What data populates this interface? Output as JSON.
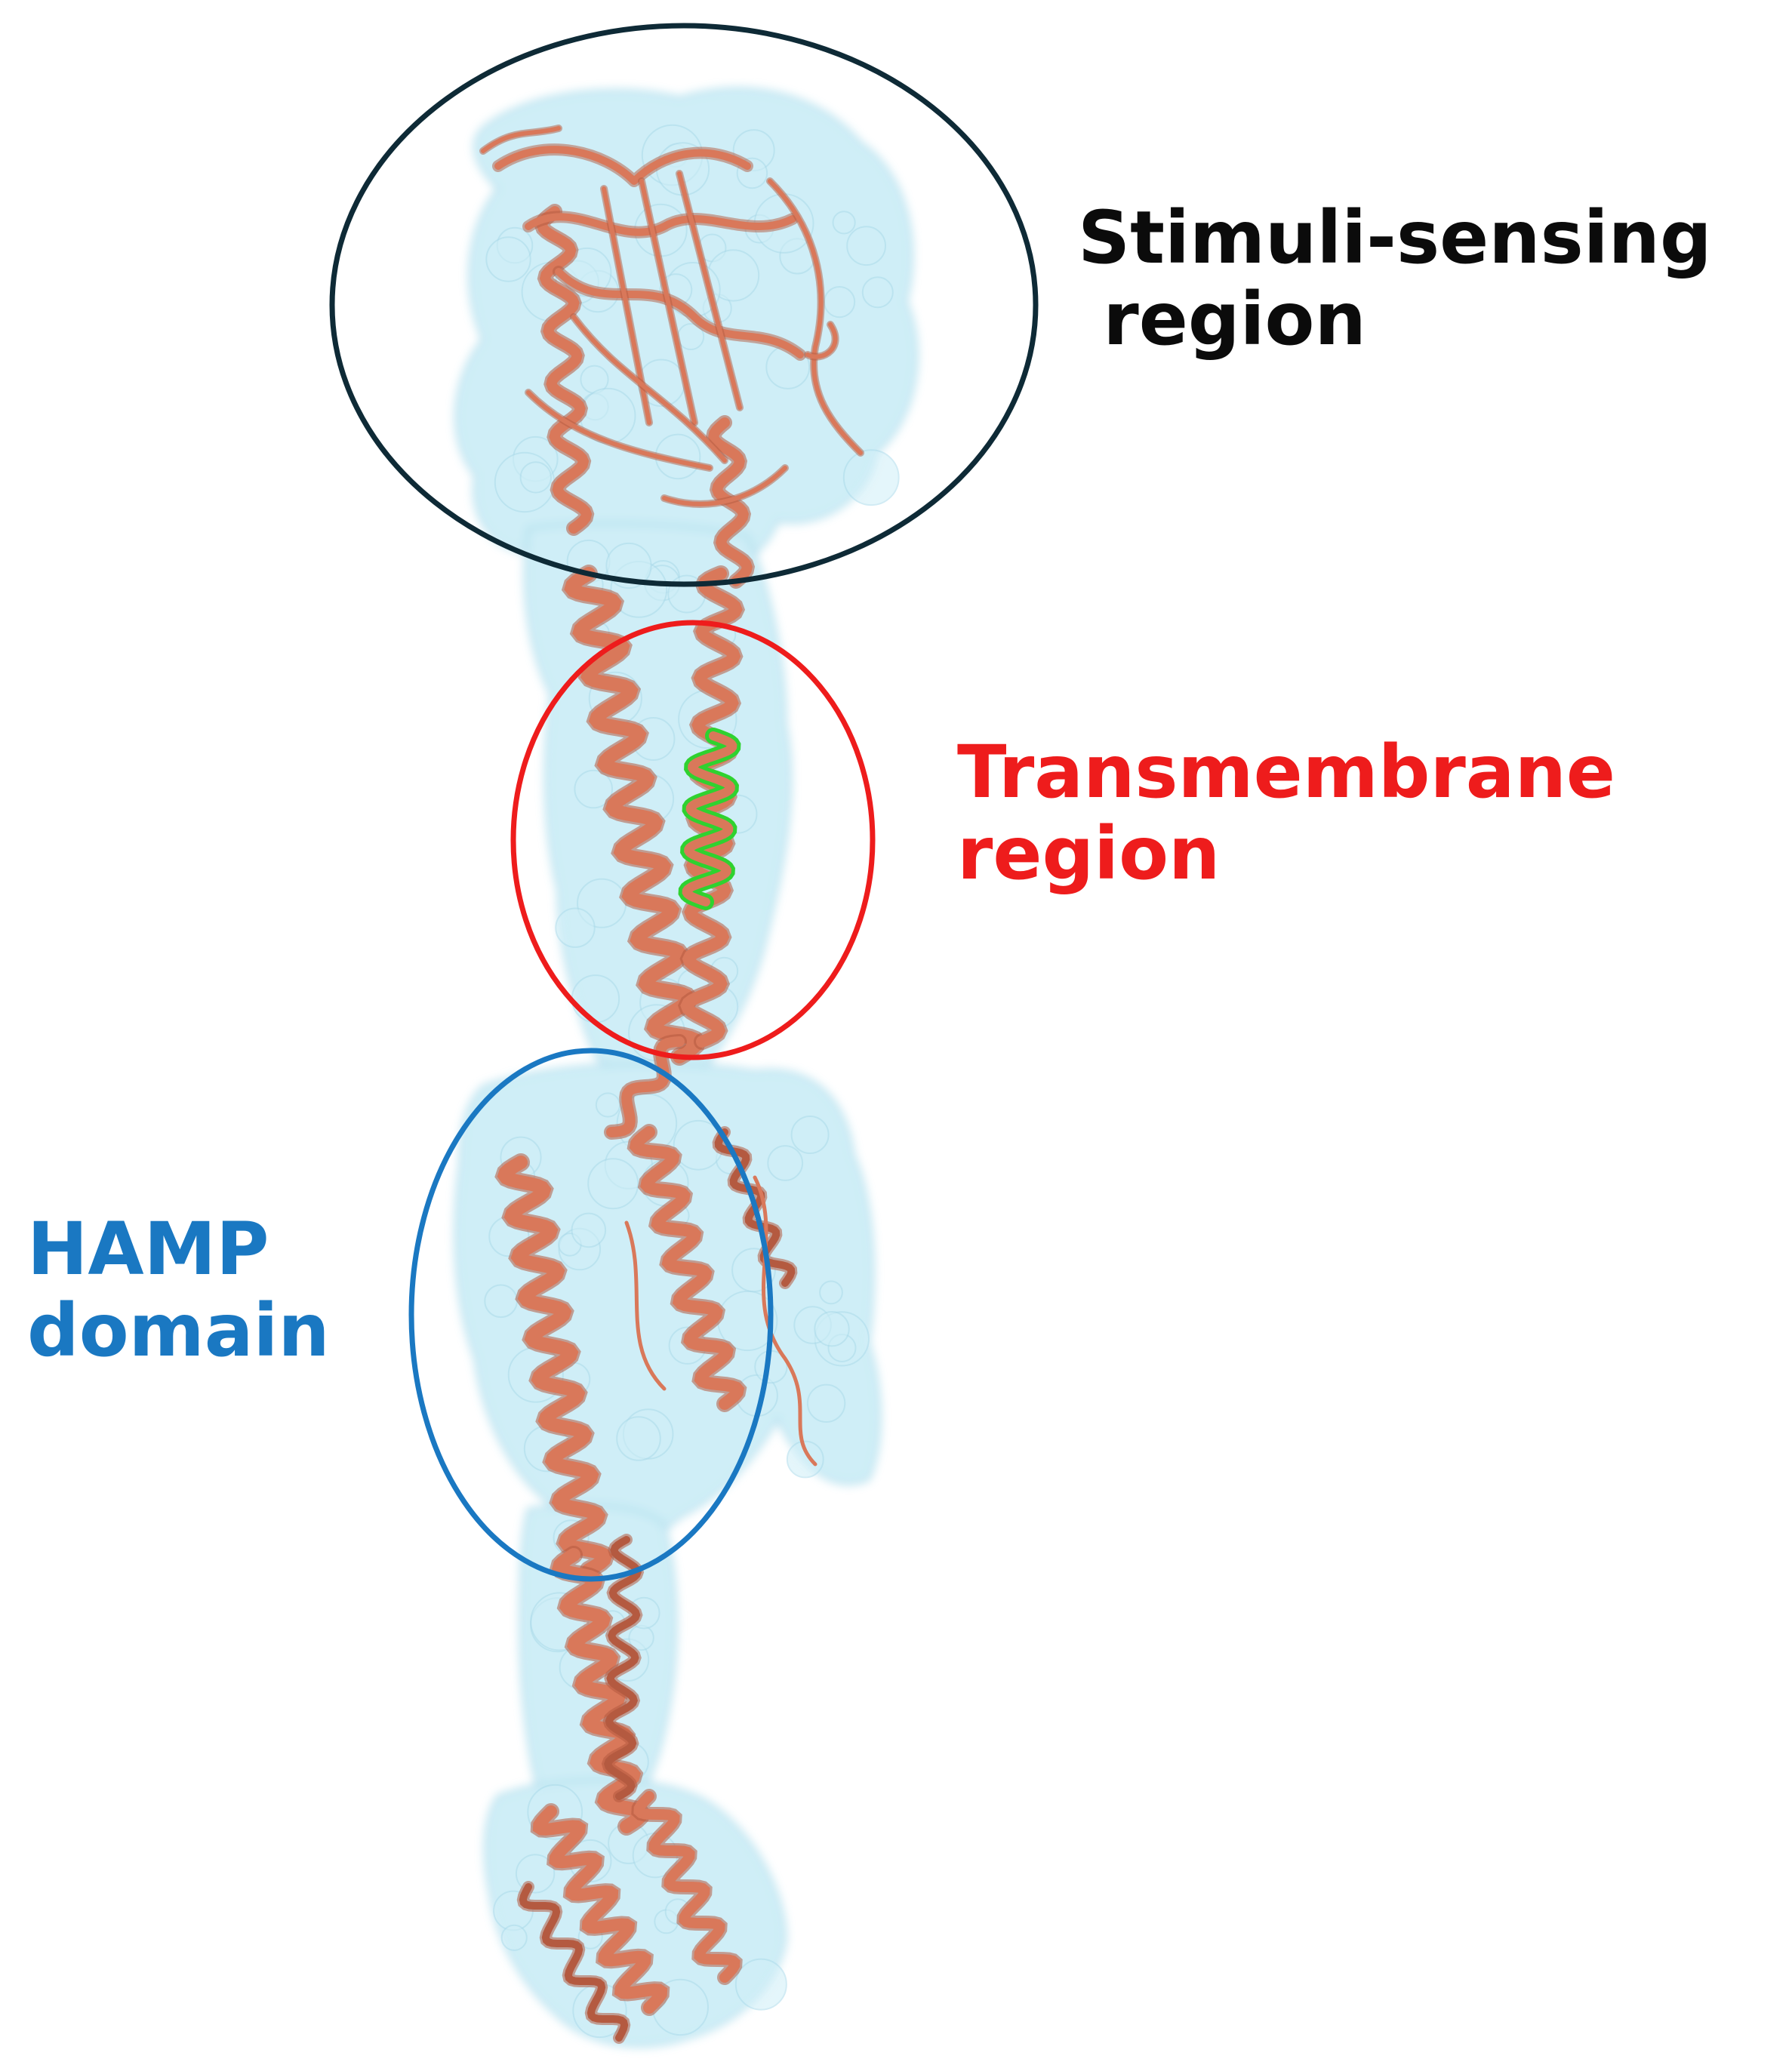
{
  "labels": {
    "stimuli": {
      "line1": "Stimuli-sensing",
      "line2": " region",
      "color": "#0b0b0b"
    },
    "transmembrane": {
      "line1": "Transmembrane",
      "line2": "region",
      "color": "#ee1c1c"
    },
    "hamp": {
      "line1": "HAMP",
      "line2": "domain",
      "color": "#1a78c2"
    }
  },
  "colors": {
    "surface": "#cdeef7",
    "surface_edge": "#a8d9ea",
    "helix": "#d9785a",
    "helix_dark": "#b45a40",
    "highlight_helix": "#2fd22f",
    "stimuli_ellipse": "#0e2a36",
    "transmembrane_ellipse": "#ee1c1c",
    "hamp_ellipse": "#1a78c2",
    "background": "#ffffff"
  }
}
